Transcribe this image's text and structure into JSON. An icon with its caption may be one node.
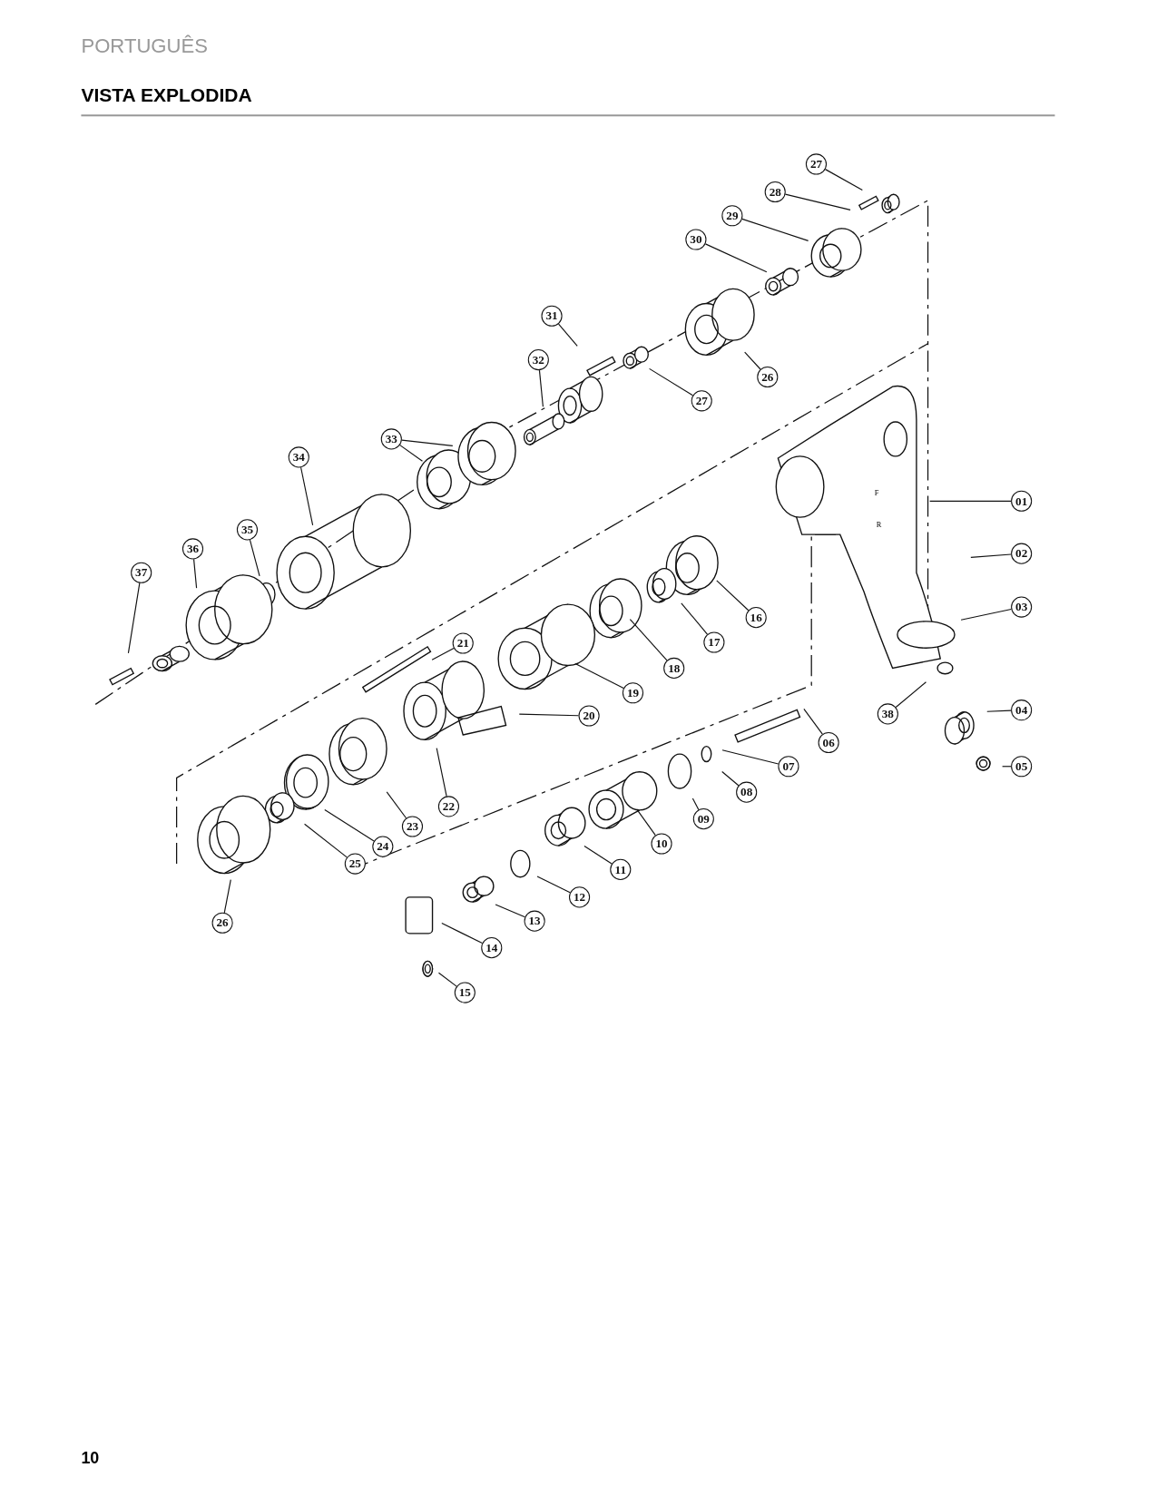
{
  "diagram": {
    "title": "VISTA EXPLODIDA",
    "nodes": [
      {
        "text": [
          "27"
        ]
      },
      {
        "text": [
          "28"
        ]
      },
      {
        "text": [
          "29"
        ]
      },
      {
        "text": [
          "30"
        ]
      },
      {
        "text": [
          "31"
        ]
      },
      {
        "text": [
          "32"
        ]
      },
      {
        "text": [
          "27"
        ]
      },
      {
        "text": [
          "26"
        ]
      },
      {
        "text": [
          "33"
        ]
      },
      {
        "text": [
          "34"
        ]
      },
      {
        "text": [
          "35"
        ]
      },
      {
        "text": [
          "36"
        ]
      },
      {
        "text": [
          "37"
        ]
      },
      {
        "text": [
          "01"
        ]
      },
      {
        "text": [
          "02"
        ]
      },
      {
        "text": [
          "03"
        ]
      },
      {
        "text": [
          "16"
        ]
      },
      {
        "text": [
          "17"
        ]
      },
      {
        "text": [
          "18"
        ]
      },
      {
        "text": [
          "19"
        ]
      },
      {
        "text": [
          "21"
        ]
      },
      {
        "text": [
          "20"
        ]
      },
      {
        "text": [
          "22"
        ]
      },
      {
        "text": [
          "23"
        ]
      },
      {
        "text": [
          "24"
        ]
      },
      {
        "text": [
          "25"
        ]
      },
      {
        "text": [
          "26"
        ]
      },
      {
        "text": [
          "06"
        ]
      },
      {
        "text": [
          "07"
        ]
      },
      {
        "text": [
          "08"
        ]
      },
      {
        "text": [
          "09"
        ]
      },
      {
        "text": [
          "10"
        ]
      },
      {
        "text": [
          "11"
        ]
      },
      {
        "text": [
          "12"
        ]
      },
      {
        "text": [
          "13"
        ]
      },
      {
        "text": [
          "14"
        ]
      },
      {
        "text": [
          "15"
        ]
      },
      {
        "text": [
          "38"
        ]
      },
      {
        "text": [
          "04"
        ]
      },
      {
        "text": [
          "05"
        ]
      }
    ],
    "edges": [
      {
        "from": 0,
        "to": null,
        "arrow": "none"
      },
      {
        "from": 1,
        "to": null,
        "arrow": "none"
      },
      {
        "from": 2,
        "to": null,
        "arrow": "none"
      },
      {
        "from": 3,
        "to": null,
        "arrow": "none"
      },
      {
        "from": 4,
        "to": null,
        "arrow": "none"
      },
      {
        "from": 5,
        "to": null,
        "arrow": "none"
      },
      {
        "from": 6,
        "to": null,
        "arrow": "none"
      },
      {
        "from": 7,
        "to": null,
        "arrow": "none"
      },
      {
        "from": 8,
        "to": null,
        "arrow": "none"
      },
      {
        "from": 8,
        "to": null,
        "arrow": "none"
      },
      {
        "from": 9,
        "to": null,
        "arrow": "none"
      },
      {
        "from": 10,
        "to": null,
        "arrow": "none"
      },
      {
        "from": 11,
        "to": null,
        "arrow": "none"
      },
      {
        "from": 12,
        "to": null,
        "arrow": "none"
      },
      {
        "from": 13,
        "to": null,
        "arrow": "none"
      },
      {
        "from": 14,
        "to": null,
        "arrow": "none"
      },
      {
        "from": 15,
        "to": null,
        "arrow": "none"
      },
      {
        "from": 16,
        "to": null,
        "arrow": "none"
      },
      {
        "from": 17,
        "to": null,
        "arrow": "none"
      },
      {
        "from": 18,
        "to": null,
        "arrow": "none"
      },
      {
        "from": 19,
        "to": null,
        "arrow": "none"
      },
      {
        "from": 20,
        "to": null,
        "arrow": "none"
      },
      {
        "from": 21,
        "to": null,
        "arrow": "none"
      },
      {
        "from": 22,
        "to": null,
        "arrow": "none"
      },
      {
        "from": 23,
        "to": null,
        "arrow": "none"
      },
      {
        "from": 24,
        "to": null,
        "arrow": "none"
      },
      {
        "from": 25,
        "to": null,
        "arrow": "none"
      },
      {
        "from": 26,
        "to": null,
        "arrow": "none"
      },
      {
        "from": 27,
        "to": null,
        "arrow": "none"
      },
      {
        "from": 28,
        "to": null,
        "arrow": "none"
      },
      {
        "from": 29,
        "to": null,
        "arrow": "none"
      },
      {
        "from": 30,
        "to": null,
        "arrow": "none"
      },
      {
        "from": 31,
        "to": null,
        "arrow": "none"
      },
      {
        "from": 32,
        "to": null,
        "arrow": "none"
      },
      {
        "from": 33,
        "to": null,
        "arrow": "none"
      },
      {
        "from": 34,
        "to": null,
        "arrow": "none"
      },
      {
        "from": 35,
        "to": null,
        "arrow": "none"
      },
      {
        "from": 36,
        "to": null,
        "arrow": "none"
      },
      {
        "from": 37,
        "to": null,
        "arrow": "none"
      },
      {
        "from": 38,
        "to": null,
        "arrow": "none"
      },
      {
        "from": 39,
        "to": null,
        "arrow": "none"
      }
    ],
    "labels": [
      "PORTUGUÊS",
      "F",
      "R",
      "10"
    ]
  }
}
